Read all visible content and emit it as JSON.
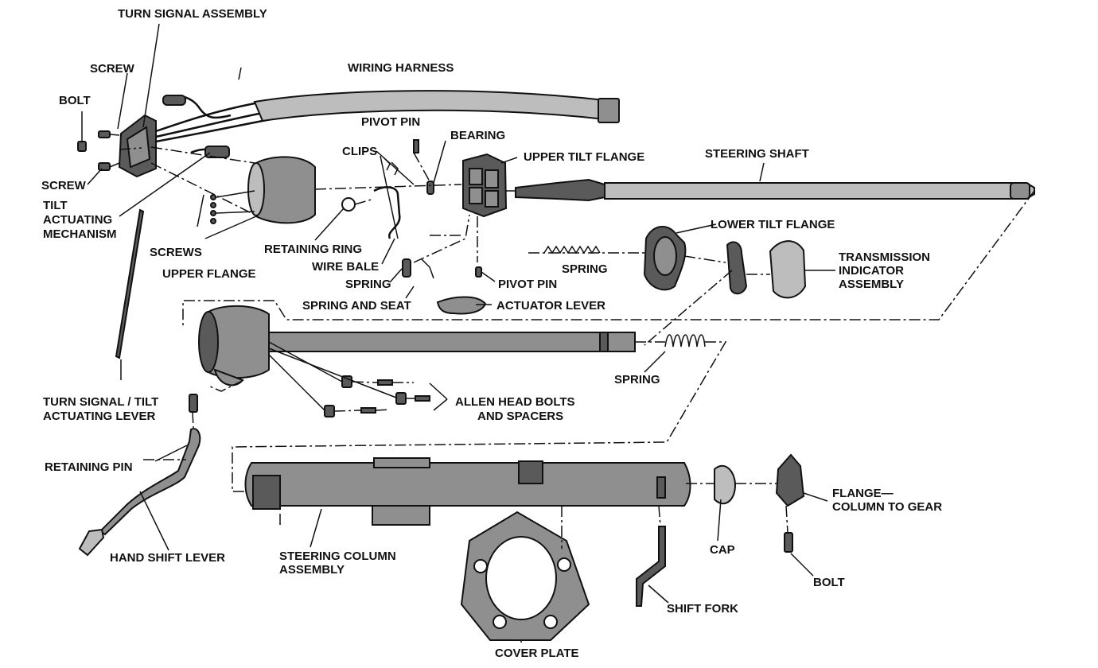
{
  "labels": {
    "turn_signal_assembly": "TURN SIGNAL ASSEMBLY",
    "wiring_harness": "WIRING HARNESS",
    "screw_top": "SCREW",
    "bolt_top": "BOLT",
    "screw_left": "SCREW",
    "tilt_1": "TILT",
    "tilt_2": "ACTUATING",
    "tilt_3": "MECHANISM",
    "screws": "SCREWS",
    "upper_flange": "UPPER FLANGE",
    "pivot_pin_top": "PIVOT PIN",
    "bearing": "BEARING",
    "clips": "CLIPS",
    "upper_tilt_flange": "UPPER TILT FLANGE",
    "steering_shaft": "STEERING SHAFT",
    "lower_tilt_flange": "LOWER TILT FLANGE",
    "retaining_ring": "RETAINING RING",
    "wire_bale": "WIRE BALE",
    "spring_mid": "SPRING",
    "spring_left": "SPRING",
    "pivot_pin_bottom": "PIVOT PIN",
    "transmission_1": "TRANSMISSION",
    "transmission_2": "INDICATOR",
    "transmission_3": "ASSEMBLY",
    "spring_and_seat": "SPRING AND SEAT",
    "actuator_lever": "ACTUATOR LEVER",
    "spring_right": "SPRING",
    "turn_signal_lever_1": "TURN SIGNAL / TILT",
    "turn_signal_lever_2": "ACTUATING LEVER",
    "allen_1": "ALLEN HEAD BOLTS",
    "allen_2": "AND SPACERS",
    "retaining_pin": "RETAINING PIN",
    "flange_1": "FLANGE—",
    "flange_2": "COLUMN TO GEAR",
    "hand_shift_lever": "HAND SHIFT LEVER",
    "steering_column_1": "STEERING COLUMN",
    "steering_column_2": "ASSEMBLY",
    "cap": "CAP",
    "bolt_bottom": "BOLT",
    "shift_fork": "SHIFT FORK",
    "cover_plate": "COVER PLATE"
  }
}
